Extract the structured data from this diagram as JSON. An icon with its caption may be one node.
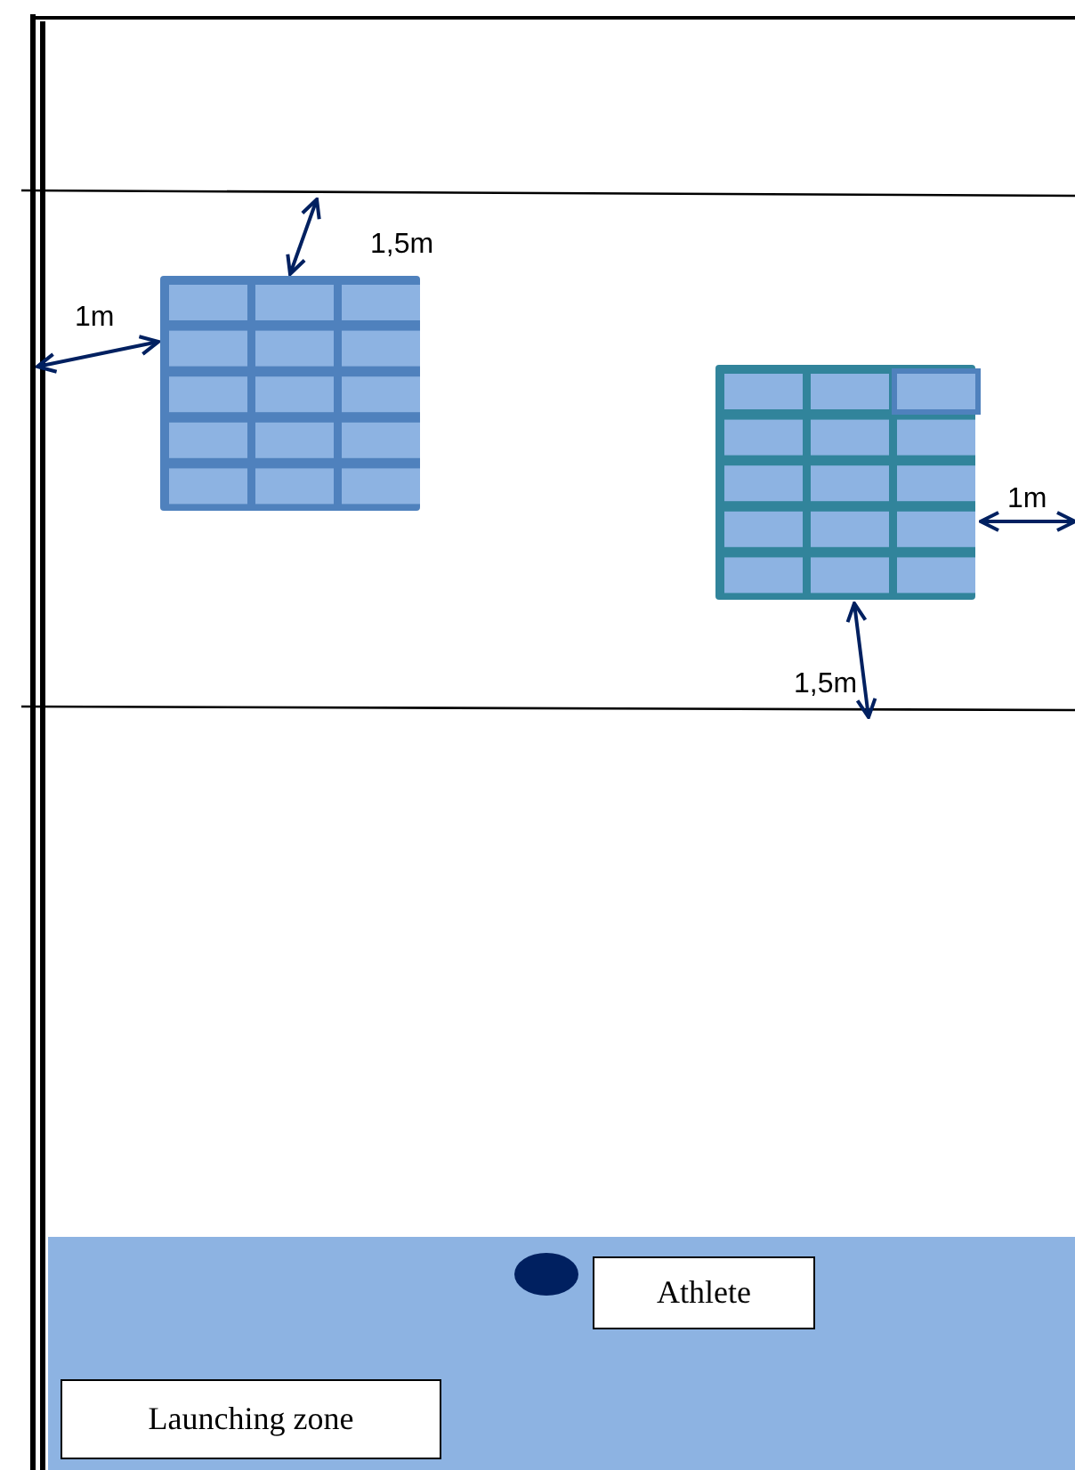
{
  "diagram": {
    "nodes": [
      {
        "text": [
          "Athlete"
        ]
      },
      {
        "text": [
          "Launching zone"
        ]
      }
    ],
    "labels": [
      "1,5m",
      "1m",
      "1m",
      "1,5m"
    ]
  }
}
